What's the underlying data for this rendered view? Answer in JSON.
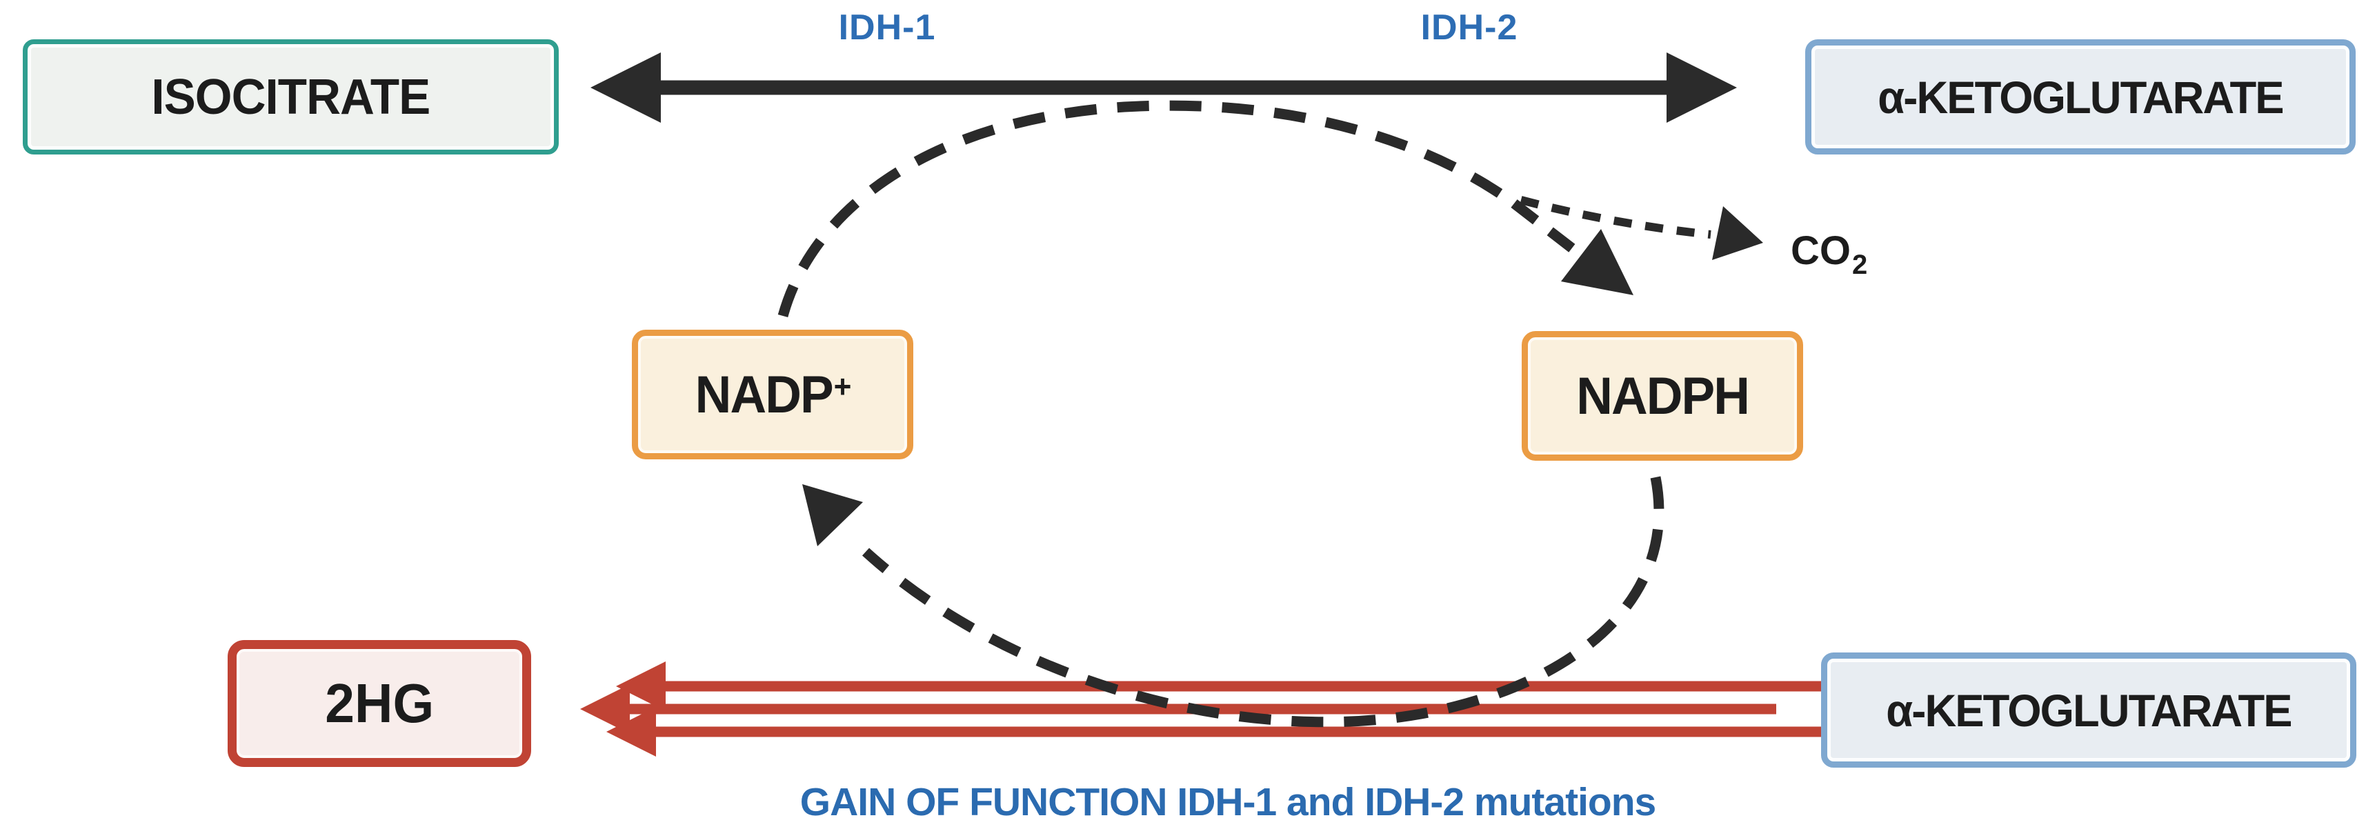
{
  "diagram": {
    "boxes": {
      "isocitrate": {
        "label": "ISOCITRATE"
      },
      "alpha_ketoglutarate_top": {
        "label": "α-KETOGLUTARATE"
      },
      "nadp_plus": {
        "label": "NADP",
        "sup": "+"
      },
      "nadph": {
        "label": "NADPH"
      },
      "two_hg": {
        "label": "2HG"
      },
      "alpha_ketoglutarate_bottom": {
        "label": "α-KETOGLUTARATE"
      }
    },
    "enzyme_labels": {
      "idh1": "IDH-1",
      "idh2": "IDH-2"
    },
    "co2": {
      "base": "CO",
      "sub": "2"
    },
    "caption": "GAIN OF FUNCTION IDH-1 and IDH-2 mutations",
    "colors": {
      "teal_border": "#2f9e8f",
      "blue_border": "#7fa8d0",
      "orange_border": "#eb9c44",
      "red": "#c04334",
      "arrow_black": "#2b2b2b",
      "enzyme_blue": "#2d6db4",
      "caption_blue": "#2b6bb0"
    }
  }
}
